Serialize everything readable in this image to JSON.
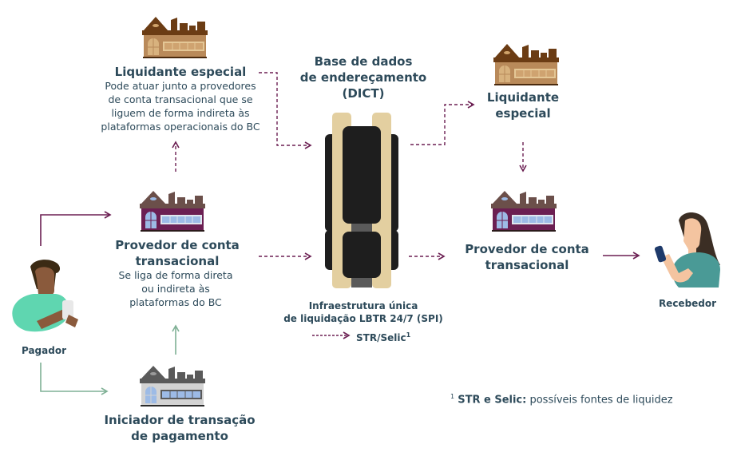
{
  "nodes": {
    "liquidante_left": {
      "title": "Liquidante especial",
      "description": "Pode atuar junto a provedores de conta transacional que se liguem de forma indireta às plataformas operacionais do BC",
      "desc_lines": [
        "Pode atuar junto a provedores",
        "de conta transacional que se",
        "liguem de forma indireta às",
        "plataformas operacionais do BC"
      ],
      "icon": "building-icon",
      "color": "#b98a5a"
    },
    "provedor_left": {
      "title_lines": [
        "Provedor de conta",
        "transacional"
      ],
      "desc_lines": [
        "Se liga de forma direta",
        "ou indireta às",
        "plataformas do BC"
      ],
      "icon": "building-icon",
      "color": "#6b1f52"
    },
    "iniciador": {
      "title_lines": [
        "Iniciador de transação",
        "de pagamento"
      ],
      "icon": "building-icon",
      "color": "#d3d3d3"
    },
    "dict": {
      "title_lines": [
        "Base de dados",
        "de endereçamento",
        "(DICT)"
      ]
    },
    "spi": {
      "title_lines": [
        "Infraestrutura única",
        "de liquidação LBTR 24/7 (SPI)"
      ],
      "legend_label": "STR/Selic",
      "legend_sup": "1",
      "icon": "server-rack-icon"
    },
    "liquidante_right": {
      "title_lines": [
        "Liquidante",
        "especial"
      ],
      "icon": "building-icon",
      "color": "#b98a5a"
    },
    "provedor_right": {
      "title_lines": [
        "Provedor de conta",
        "transacional"
      ],
      "icon": "building-icon",
      "color": "#6b1f52"
    },
    "pagador": {
      "label": "Pagador",
      "icon": "person-man-phone-icon"
    },
    "recebedor": {
      "label": "Recebedor",
      "icon": "person-woman-phone-icon"
    }
  },
  "footnote": {
    "sup": "1",
    "bold": "STR e Selic:",
    "text": " possíveis fontes de liquidez"
  },
  "colors": {
    "text": "#2d4a5a",
    "arrow_purple": "#6b1f52",
    "arrow_green": "#7fb095",
    "tan": "#e3cfa0",
    "black": "#1e1e1e"
  }
}
